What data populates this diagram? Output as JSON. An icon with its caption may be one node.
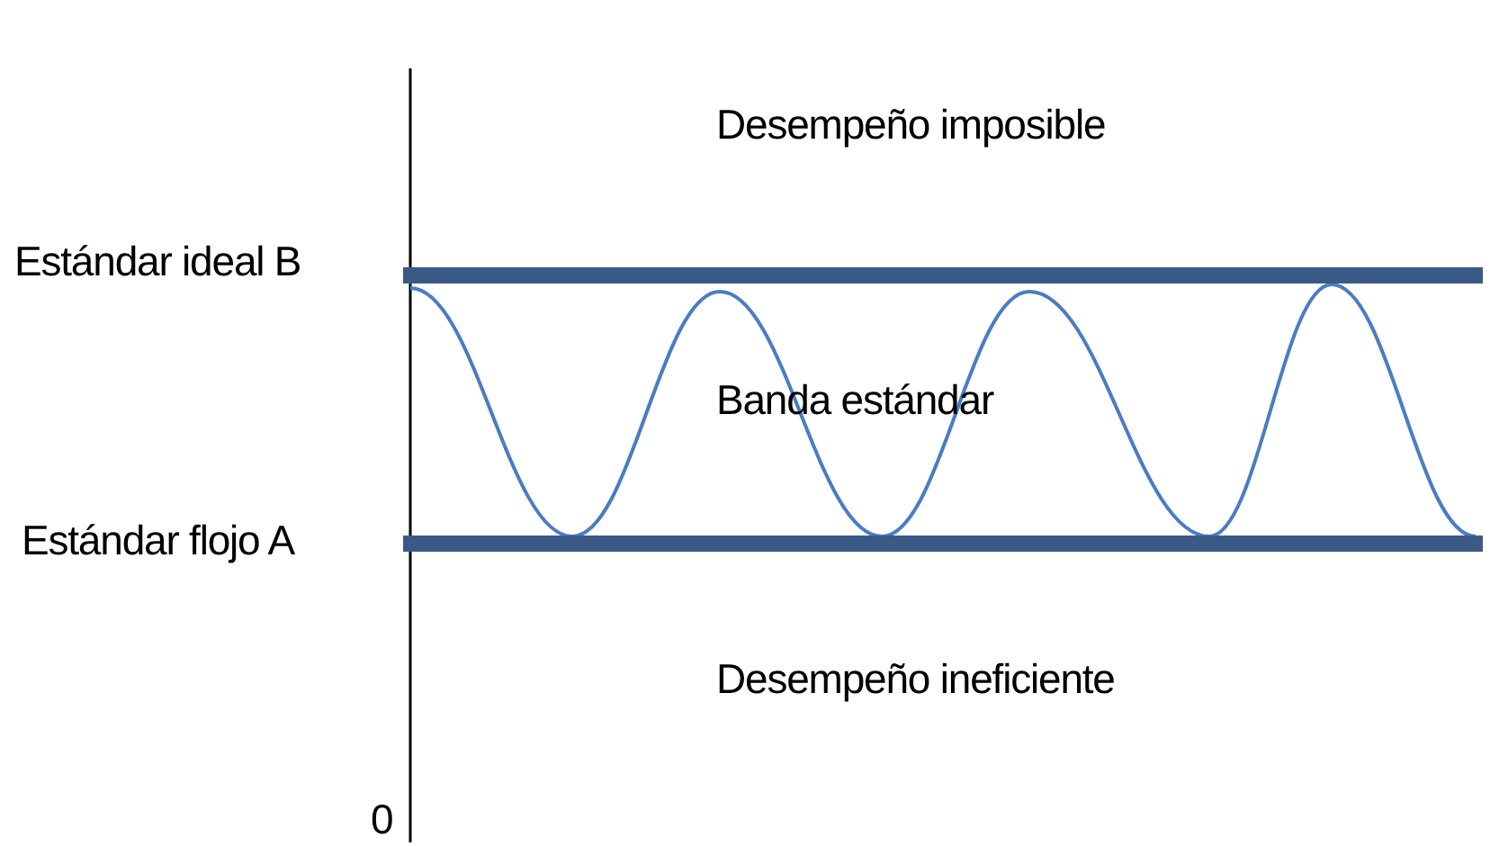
{
  "diagram": {
    "labels": [
      "Desempeño imposible",
      "Estándar ideal B",
      "Banda estándar",
      "Estándar flojo A",
      "Desempeño ineficiente",
      "0"
    ]
  }
}
